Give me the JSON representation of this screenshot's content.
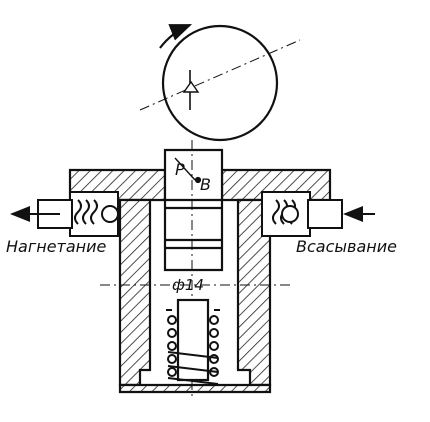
{
  "labels": {
    "discharge": "Нагнетание",
    "suction": "Всасывание",
    "point_p": "Р",
    "point_b": "В",
    "diameter": "ф14"
  },
  "colors": {
    "ink": "#111111",
    "hatch": "#222222",
    "paper": "#ffffff"
  }
}
